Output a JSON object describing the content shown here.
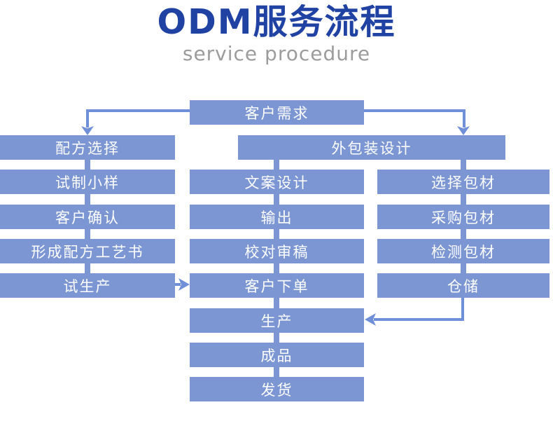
{
  "header": {
    "title": "ODM服务流程",
    "subtitle": "service procedure"
  },
  "colors": {
    "title": "#1f42a3",
    "subtitle": "#9c9c9c",
    "box_fill": "#7b96d2",
    "box_text": "#ffffff",
    "connector": "#6f8fd9"
  },
  "flowchart": {
    "nodes": [
      {
        "id": "customer-needs",
        "label": "客户需求"
      },
      {
        "id": "formula-selection",
        "label": "配方选择"
      },
      {
        "id": "packaging-design",
        "label": "外包装设计"
      },
      {
        "id": "trial-sample",
        "label": "试制小样"
      },
      {
        "id": "copy-design",
        "label": "文案设计"
      },
      {
        "id": "select-packaging",
        "label": "选择包材"
      },
      {
        "id": "customer-confirm",
        "label": "客户确认"
      },
      {
        "id": "output",
        "label": "输出"
      },
      {
        "id": "purchase-packaging",
        "label": "采购包材"
      },
      {
        "id": "formula-book",
        "label": "形成配方工艺书"
      },
      {
        "id": "proofreading",
        "label": "校对审稿"
      },
      {
        "id": "inspect-packaging",
        "label": "检测包材"
      },
      {
        "id": "trial-production",
        "label": "试生产"
      },
      {
        "id": "customer-order",
        "label": "客户下单"
      },
      {
        "id": "warehousing",
        "label": "仓储"
      },
      {
        "id": "production",
        "label": "生产"
      },
      {
        "id": "finished-product",
        "label": "成品"
      },
      {
        "id": "shipment",
        "label": "发货"
      }
    ]
  }
}
